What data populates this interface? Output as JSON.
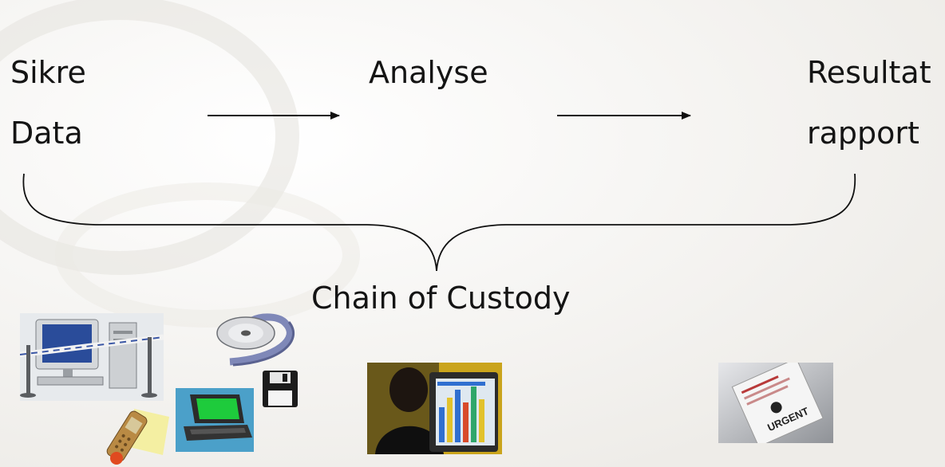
{
  "diagram": {
    "steps": [
      {
        "line1": "Sikre",
        "line2": "Data"
      },
      {
        "line1": "Analyse"
      },
      {
        "line1": "Resultat",
        "line2": "rapport"
      }
    ],
    "brace_label": "Chain of Custody"
  },
  "images": [
    {
      "icon": "computer-crime-scene-icon"
    },
    {
      "icon": "cd-disc-icon"
    },
    {
      "icon": "floppy-disk-icon"
    },
    {
      "icon": "laptop-icon"
    },
    {
      "icon": "mobile-phone-icon"
    },
    {
      "icon": "analyst-at-monitor-photo"
    },
    {
      "icon": "urgent-document-photo",
      "stamp_text": "URGENT"
    }
  ],
  "colors": {
    "text": "#141414",
    "background": "#f6f5f2",
    "line": "#111111"
  }
}
